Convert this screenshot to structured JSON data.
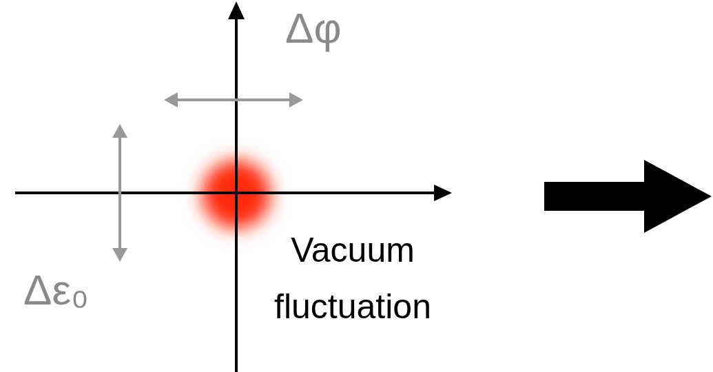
{
  "diagram": {
    "labels": [
      "Δφ",
      "Δε₀",
      "Vacuum fluctuation"
    ]
  }
}
